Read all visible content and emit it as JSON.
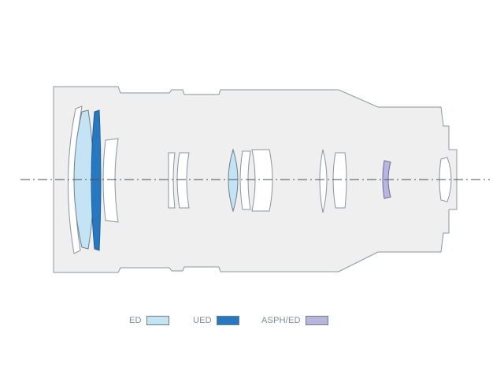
{
  "colors": {
    "body_fill": "#efefef",
    "outline": "#8a959e",
    "element_fill": "#ffffff",
    "ED": "#c4e4f6",
    "UED": "#2778bf",
    "ASPH_ED": "#b9b6dc",
    "axis": "#4a4f55"
  },
  "legend": [
    {
      "key": "ED",
      "label": "ED",
      "color": "#c4e4f6"
    },
    {
      "key": "UED",
      "label": "UED",
      "color": "#2778bf"
    },
    {
      "key": "ASPH_ED",
      "label": "ASPH/ED",
      "color": "#b9b6dc"
    }
  ]
}
